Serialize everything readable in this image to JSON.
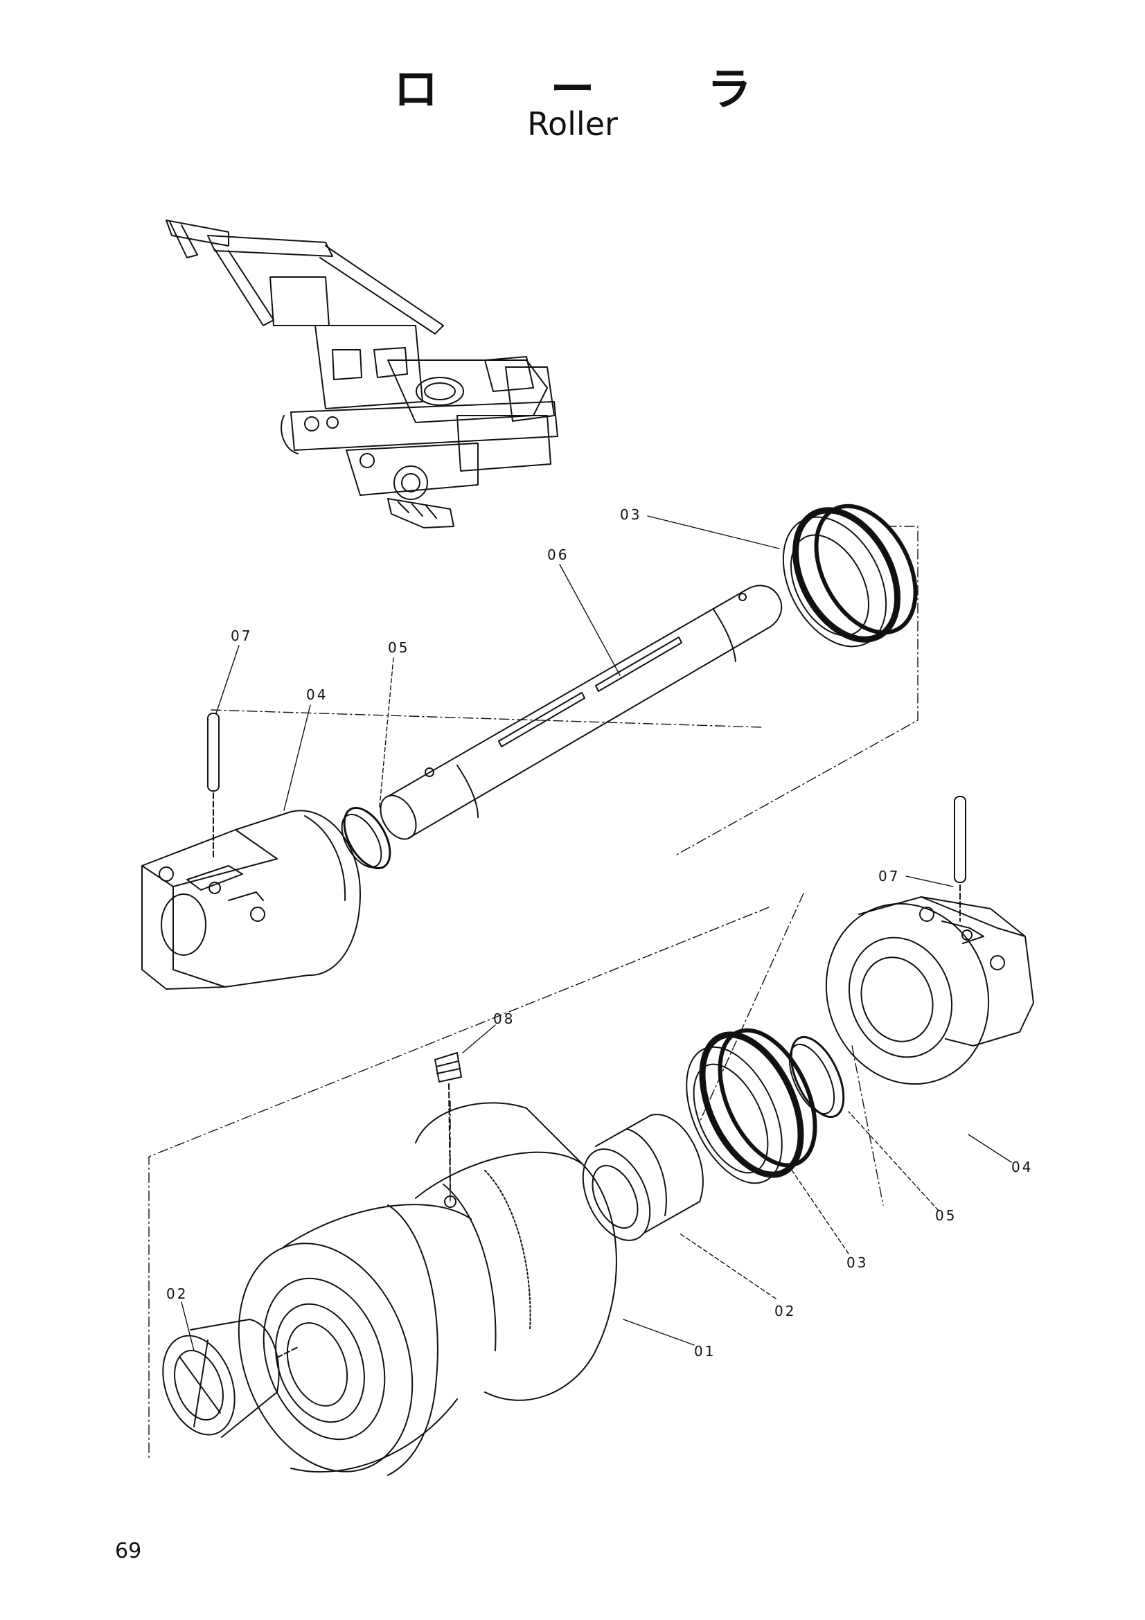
{
  "header": {
    "title_jp": "ロ ー ラ",
    "title_en": "Roller"
  },
  "page": {
    "number": "69"
  },
  "callouts": {
    "c01": "01",
    "c02a": "02",
    "c02b": "02",
    "c03a": "03",
    "c03b": "03",
    "c04a": "04",
    "c04b": "04",
    "c05a": "05",
    "c05b": "05",
    "c06": "06",
    "c07a": "07",
    "c07b": "07",
    "c08": "08"
  },
  "colors": {
    "ink": "#111111",
    "paper": "#ffffff"
  }
}
